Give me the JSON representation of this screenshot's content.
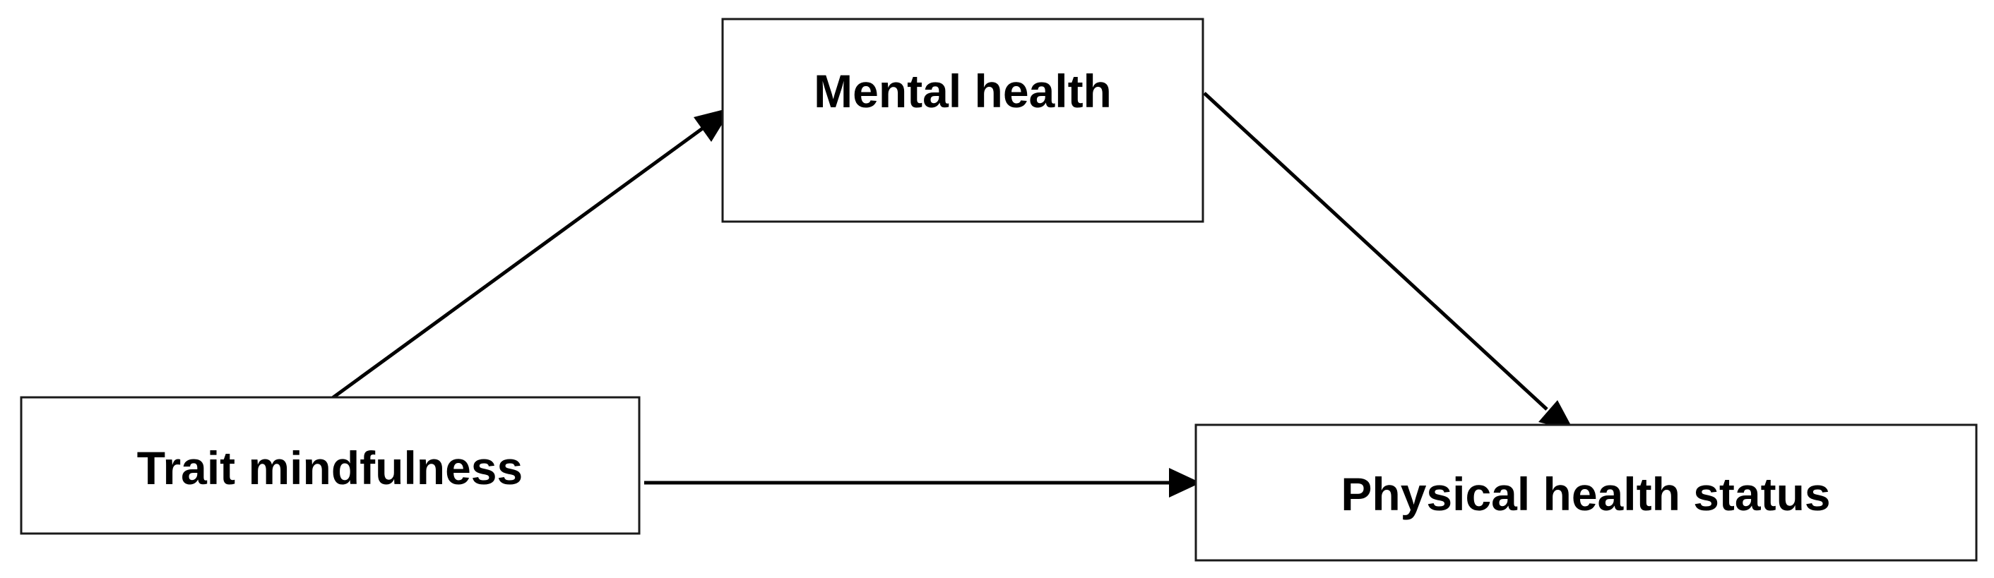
{
  "diagram": {
    "type": "path-model",
    "nodes": {
      "mental_health": {
        "label": "Mental health"
      },
      "trait_mindfulness": {
        "label": "Trait mindfulness"
      },
      "physical_health_status": {
        "label": "Physical health status"
      }
    },
    "edges": [
      {
        "from": "trait_mindfulness",
        "to": "mental_health"
      },
      {
        "from": "mental_health",
        "to": "physical_health_status"
      },
      {
        "from": "trait_mindfulness",
        "to": "physical_health_status"
      }
    ]
  },
  "colors": {
    "stroke": "#000000",
    "background": "#ffffff"
  }
}
